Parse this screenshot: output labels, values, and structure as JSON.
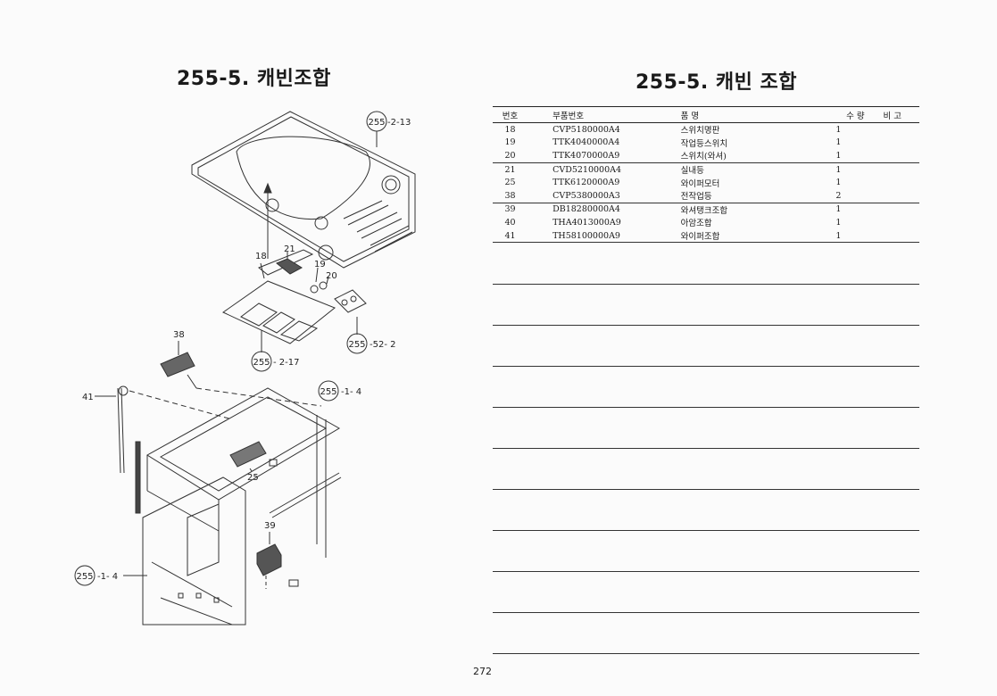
{
  "title_left": "255-5. 캐빈조합",
  "title_right": "255-5. 캐빈 조합",
  "table": {
    "headers": {
      "no": "번호",
      "part_no": "부품번호",
      "name": "품      명",
      "qty": "수  량",
      "note": "비  고"
    },
    "rows": [
      {
        "no": "18",
        "part_no": "CVP5180000A4",
        "name": "스위치명판",
        "qty": "1"
      },
      {
        "no": "19",
        "part_no": "TTK4040000A4",
        "name": "작업등스위치",
        "qty": "1"
      },
      {
        "no": "20",
        "part_no": "TTK4070000A9",
        "name": "스위치(와셔)",
        "qty": "1"
      },
      {
        "no": "21",
        "part_no": "CVD5210000A4",
        "name": "실내등",
        "qty": "1"
      },
      {
        "no": "25",
        "part_no": "TTK6120000A9",
        "name": "와이퍼모터",
        "qty": "1"
      },
      {
        "no": "38",
        "part_no": "CVP5380000A3",
        "name": "전작업등",
        "qty": "2"
      },
      {
        "no": "39",
        "part_no": "DB18280000A4",
        "name": "와셔탱크조합",
        "qty": "1"
      },
      {
        "no": "40",
        "part_no": "THA4013000A9",
        "name": "아암조합",
        "qty": "1"
      },
      {
        "no": "41",
        "part_no": "TH58100000A9",
        "name": "와이퍼조합",
        "qty": "1"
      }
    ]
  },
  "diagram": {
    "ref_circle": "255",
    "refs": {
      "top": "-2-13",
      "mid_a": "- 2-17",
      "mid_b": "-52- 2",
      "frame_a": "-1- 4",
      "frame_b": "-1- 4"
    },
    "labels": {
      "l18": "18",
      "l19": "19",
      "l20": "20",
      "l21": "21",
      "l25": "25",
      "l38": "38",
      "l39": "39",
      "l41": "41"
    }
  },
  "page_number": "272"
}
